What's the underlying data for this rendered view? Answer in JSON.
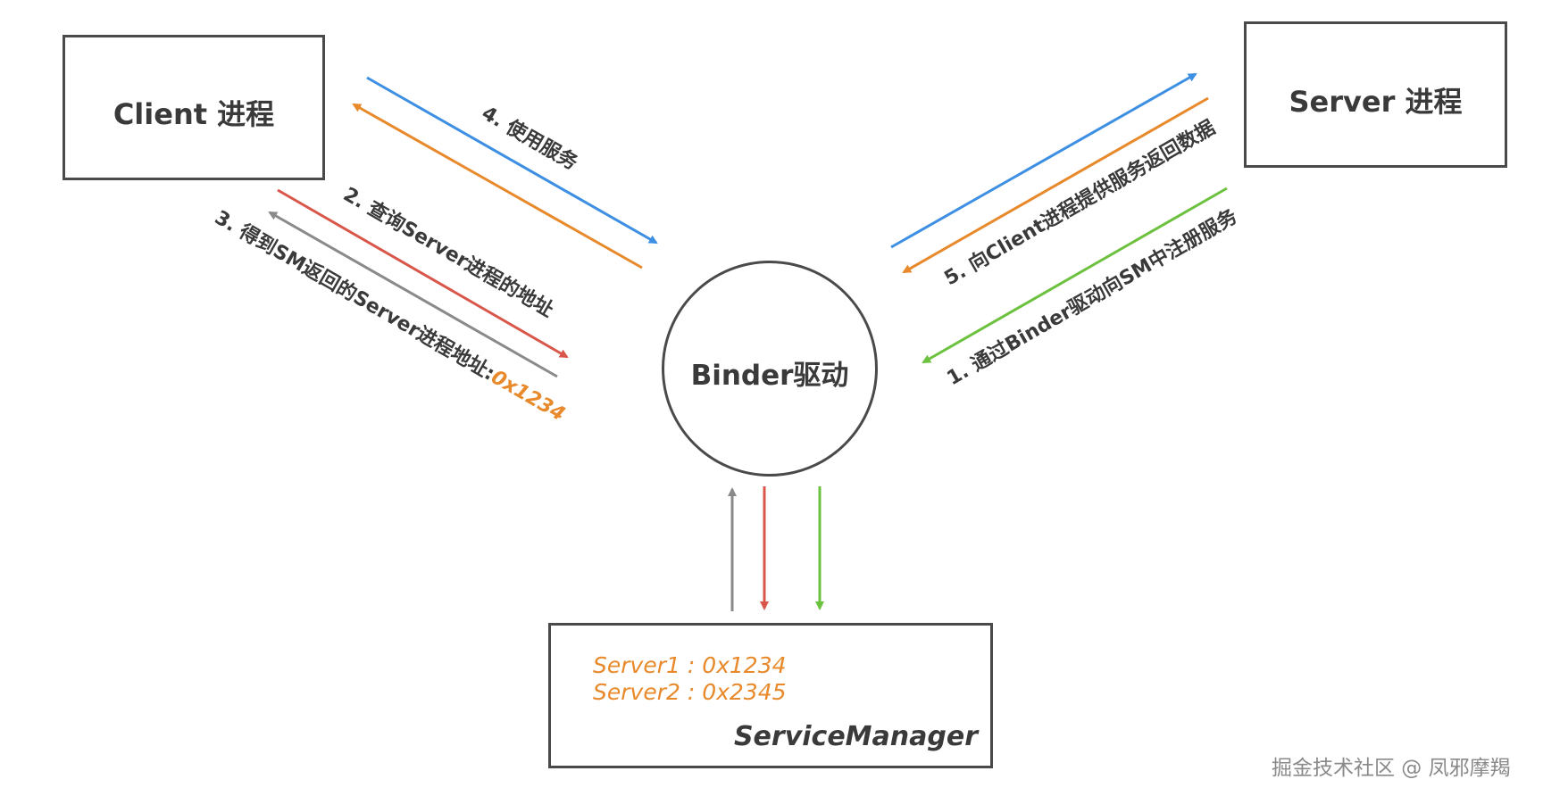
{
  "nodes": {
    "client": "Client 进程",
    "server": "Server 进程",
    "binder": "Binder驱动",
    "service_manager": {
      "name": "ServiceManager",
      "entries": [
        "Server1 : 0x1234",
        "Server2 : 0x2345"
      ]
    }
  },
  "edges": {
    "step1": "1. 通过Binder驱动向SM中注册服务",
    "step2": "2. 查询Server进程的地址",
    "step3_prefix": "3. 得到SM返回的Server进程地址:",
    "step3_value": "0x1234",
    "step4": "4. 使用服务",
    "step5": "5. 向Client进程提供服务返回数据"
  },
  "colors": {
    "blue": "#3d8fe3",
    "orange": "#e8892b",
    "red": "#d9574a",
    "gray": "#8a8a8a",
    "green": "#6cc13e"
  },
  "watermark": "掘金技术社区 @ 凤邪摩羯"
}
